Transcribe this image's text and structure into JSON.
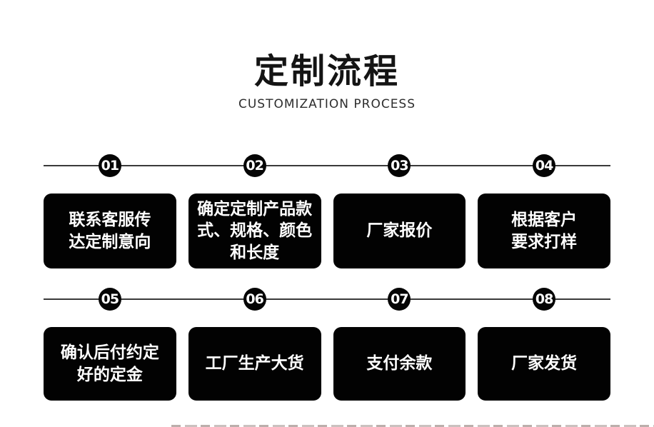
{
  "header": {
    "title": "定制流程",
    "subtitle": "CUSTOMIZATION PROCESS"
  },
  "colors": {
    "box_bg": "#020202",
    "badge_bg": "#050505",
    "connector_line": "#3a3a3a",
    "box_text": "#ffffff",
    "title_text": "#141414",
    "subtitle_text": "#2d2d2d",
    "page_bg": "#ffffff"
  },
  "steps": [
    {
      "number": "01",
      "label": "联系客服传\n达定制意向"
    },
    {
      "number": "02",
      "label": "确定定制产品款\n式、规格、颜色\n和长度"
    },
    {
      "number": "03",
      "label": "厂家报价"
    },
    {
      "number": "04",
      "label": "根据客户\n要求打样"
    },
    {
      "number": "05",
      "label": "确认后付约定\n好的定金"
    },
    {
      "number": "06",
      "label": "工厂生产大货"
    },
    {
      "number": "07",
      "label": "支付余款"
    },
    {
      "number": "08",
      "label": "厂家发货"
    }
  ]
}
